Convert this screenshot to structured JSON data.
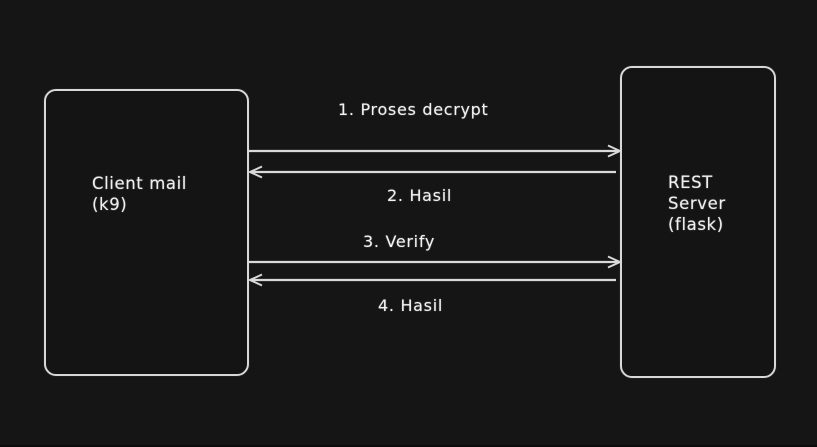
{
  "diagram": {
    "background_color": "#151515",
    "stroke_color": "#d8d8d8",
    "text_color": "#efefef",
    "nodes": [
      {
        "id": "client",
        "label": "Client mail\n(k9)",
        "name": "client-mail-node"
      },
      {
        "id": "server",
        "label": "REST\nServer\n(flask)",
        "name": "rest-server-node"
      }
    ],
    "messages": [
      {
        "index": 1,
        "label": "1. Proses decrypt",
        "direction": "right",
        "from": "client",
        "to": "server"
      },
      {
        "index": 2,
        "label": "2. Hasil",
        "direction": "left",
        "from": "server",
        "to": "client"
      },
      {
        "index": 3,
        "label": "3. Verify",
        "direction": "right",
        "from": "client",
        "to": "server"
      },
      {
        "index": 4,
        "label": "4. Hasil",
        "direction": "left",
        "from": "server",
        "to": "client"
      }
    ]
  }
}
